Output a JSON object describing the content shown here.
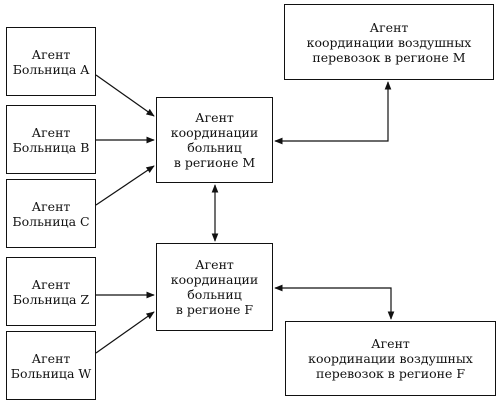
{
  "diagram": {
    "hospitals": [
      {
        "id": "a",
        "label": "Агент\nБольница A"
      },
      {
        "id": "b",
        "label": "Агент\nБольница B"
      },
      {
        "id": "c",
        "label": "Агент\nБольница C"
      },
      {
        "id": "z",
        "label": "Агент\nБольница Z"
      },
      {
        "id": "w",
        "label": "Агент\nБольница W"
      }
    ],
    "coordinators": {
      "m": {
        "label": "Агент\nкоординации\nбольниц\nв регионе M"
      },
      "f": {
        "label": "Агент\nкоординации\nбольниц\nв регионе F"
      }
    },
    "air": {
      "m": {
        "label": "Агент\nкоординации воздушных\nперевозок в регионе M"
      },
      "f": {
        "label": "Агент\nкоординации воздушных\nперевозок в регионе F"
      }
    },
    "connections": [
      {
        "from": "hospital-a",
        "to": "coord-m",
        "arrow": "to"
      },
      {
        "from": "hospital-b",
        "to": "coord-m",
        "arrow": "to"
      },
      {
        "from": "hospital-c",
        "to": "coord-m",
        "arrow": "to"
      },
      {
        "from": "hospital-z",
        "to": "coord-f",
        "arrow": "to"
      },
      {
        "from": "hospital-w",
        "to": "coord-f",
        "arrow": "to"
      },
      {
        "from": "coord-m",
        "to": "coord-f",
        "arrow": "both"
      },
      {
        "from": "coord-m",
        "to": "air-m",
        "arrow": "both"
      },
      {
        "from": "coord-f",
        "to": "air-f",
        "arrow": "both"
      }
    ]
  }
}
